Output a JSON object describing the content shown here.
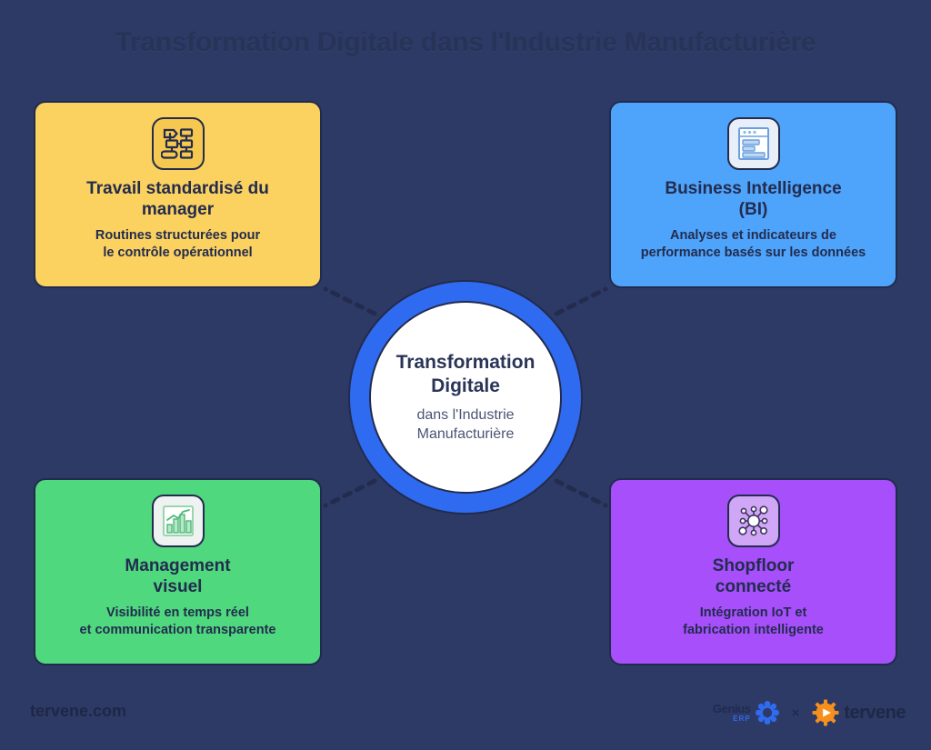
{
  "page": {
    "title": "Transformation Digitale dans l'Industrie Manufacturière",
    "background_color": "#2e3a66",
    "title_color": "#273357"
  },
  "center": {
    "title_line1": "Transformation",
    "title_line2": "Digitale",
    "subtitle_line1": "dans l'Industrie",
    "subtitle_line2": "Manufacturière",
    "ring_color": "#2f6bf0",
    "fill_color": "#ffffff"
  },
  "cards": [
    {
      "id": "standard-work",
      "position": "top-left",
      "icon": "flowchart-icon",
      "title_line1": "Travail standardisé du",
      "title_line2": "manager",
      "desc_line1": "Routines structurées pour",
      "desc_line2": "le contrôle opérationnel",
      "color": "#fbd15f"
    },
    {
      "id": "business-intelligence",
      "position": "top-right",
      "icon": "dashboard-report-icon",
      "title_line1": "Business Intelligence",
      "title_line2": "(BI)",
      "desc_line1": "Analyses et indicateurs de",
      "desc_line2": "performance basés sur les données",
      "color": "#4ea4fb"
    },
    {
      "id": "visual-management",
      "position": "bottom-left",
      "icon": "bar-chart-icon",
      "title_line1": "Management",
      "title_line2": "visuel",
      "desc_line1": "Visibilité en temps réel",
      "desc_line2": "et communication transparente",
      "color": "#4fd87e"
    },
    {
      "id": "connected-shopfloor",
      "position": "bottom-right",
      "icon": "network-hub-icon",
      "title_line1": "Shopfloor",
      "title_line2": "connecté",
      "desc_line1": "Intégration IoT et",
      "desc_line2": "fabrication intelligente",
      "color": "#a64ffb"
    }
  ],
  "footer": {
    "url": "tervene.com",
    "partner_logo": {
      "name": "Genius",
      "sub": "ERP"
    },
    "separator": "×",
    "brand_logo": {
      "name": "tervene"
    }
  }
}
